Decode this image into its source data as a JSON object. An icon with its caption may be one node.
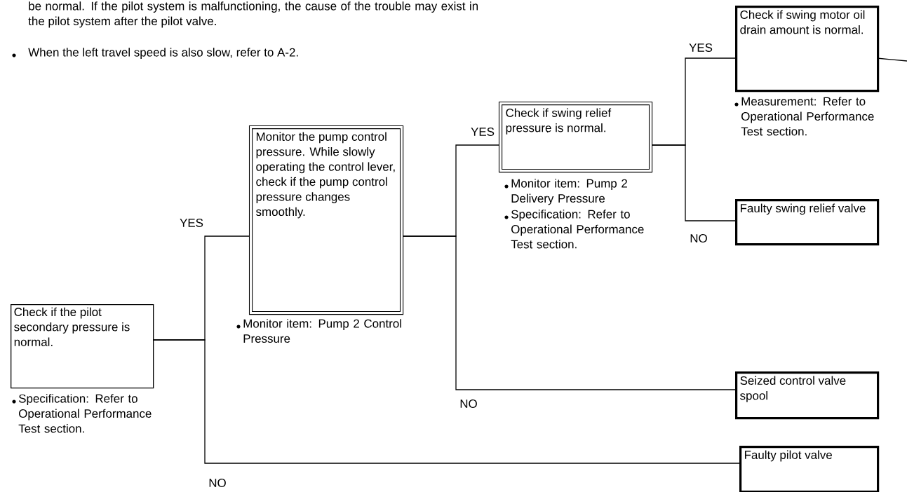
{
  "diagram": {
    "nodes": [
      {
        "text": [
          "Check if the pilot secondary pressure is normal."
        ],
        "beside": [
          "Specification: Refer to Operational Performance Test section."
        ]
      },
      {
        "text": [
          "Monitor the pump control pressure. While slowly operating the control lever, check if the pump control pressure changes smoothly."
        ],
        "beside": [
          "Monitor item: Pump 2 Control Pressure"
        ]
      },
      {
        "text": [
          "Check if swing relief pressure is normal."
        ],
        "beside": [
          "Monitor item: Pump 2 Delivery Pressure",
          "Specification: Refer to Operational Performance Test section."
        ]
      },
      {
        "text": [
          "Check if swing motor oil drain amount is normal."
        ],
        "beside": [
          "Measurement: Refer to Operational Performance Test section."
        ]
      },
      {
        "text": [
          "Faulty swing relief valve"
        ]
      },
      {
        "text": [
          "Seized control valve spool"
        ]
      },
      {
        "text": [
          "Faulty pilot valve"
        ]
      }
    ],
    "edges": [
      {
        "from": 0,
        "to": 1,
        "arrow": "none",
        "label": "YES"
      },
      {
        "from": 0,
        "to": 6,
        "arrow": "none",
        "label": "NO"
      },
      {
        "from": 1,
        "to": 2,
        "arrow": "none",
        "label": "YES"
      },
      {
        "from": 1,
        "to": 5,
        "arrow": "none",
        "label": "NO"
      },
      {
        "from": 2,
        "to": 3,
        "arrow": "none",
        "label": "YES"
      },
      {
        "from": 2,
        "to": 4,
        "arrow": "none",
        "label": "NO"
      },
      {
        "from": 3,
        "to": null,
        "arrow": "none"
      }
    ],
    "labels": [
      "be normal. If the pilot system is malfunctioning, the cause of the trouble may exist in the pilot system after the pilot valve.",
      "When the left travel speed is also slow, refer to A-2."
    ]
  }
}
